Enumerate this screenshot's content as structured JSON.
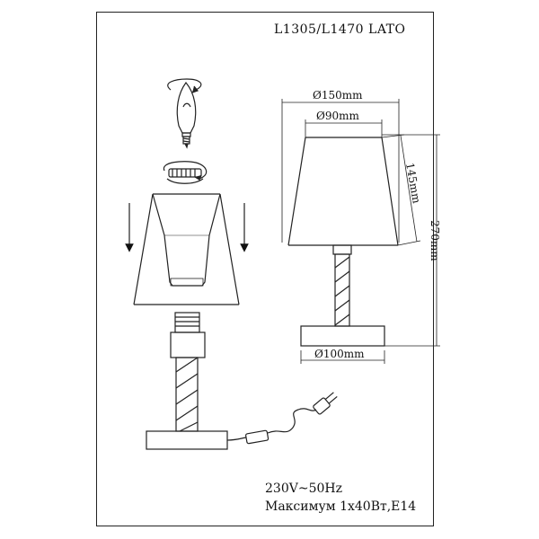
{
  "header": {
    "model_title": "L1305/L1470  LATO"
  },
  "dimensions": {
    "shade_top_diameter": "Ø150mm",
    "shade_bottom_diameter": "Ø90mm",
    "shade_height": "145mm",
    "total_height": "270mm",
    "base_diameter": "Ø100mm"
  },
  "specs": {
    "voltage": "230V~50Hz",
    "max_power": "Максимум 1х40Вт,Е14"
  }
}
